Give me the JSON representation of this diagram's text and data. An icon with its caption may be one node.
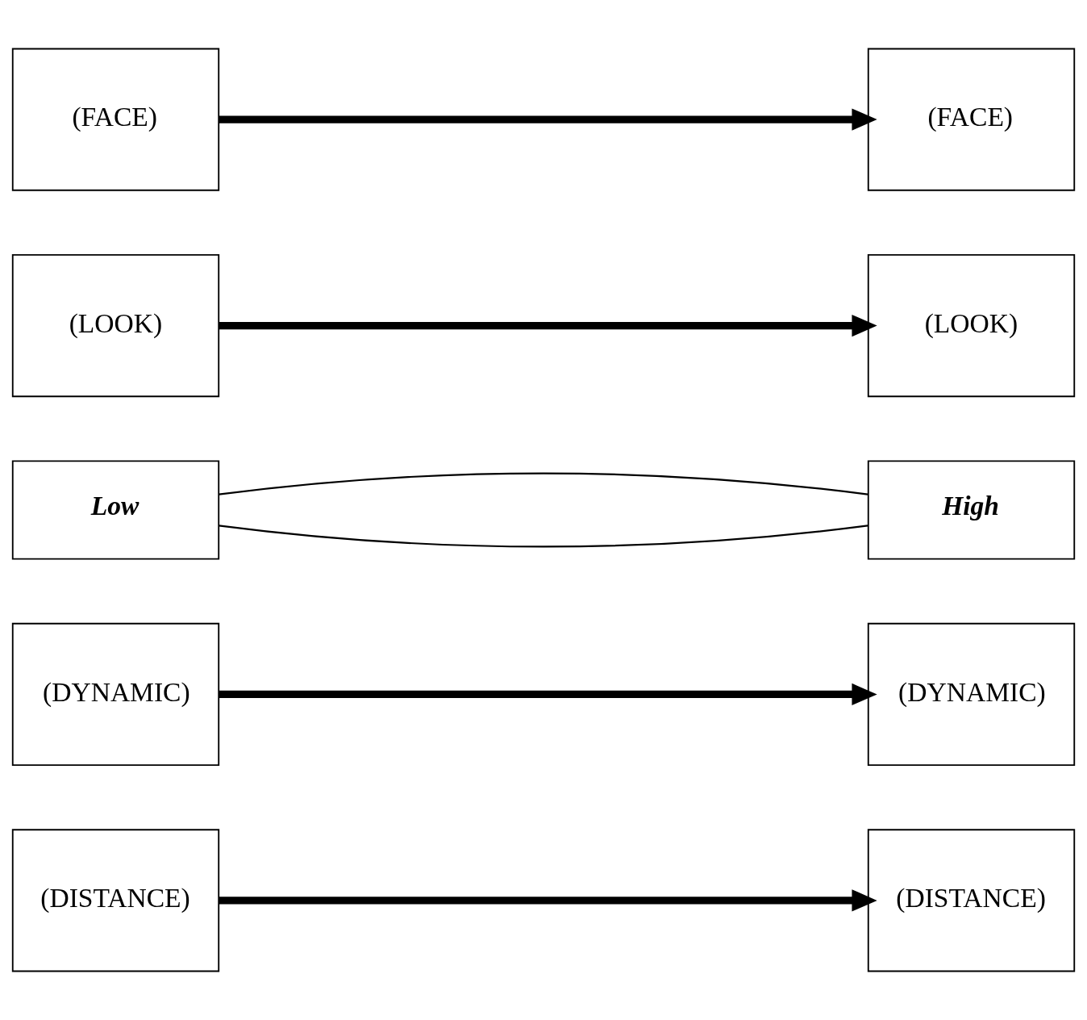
{
  "diagram": {
    "nodes": [
      {
        "text": [
          "(FACE)"
        ]
      },
      {
        "text": [
          "(FACE)"
        ]
      },
      {
        "text": [
          "(LOOK)"
        ]
      },
      {
        "text": [
          "(LOOK)"
        ]
      },
      {
        "text": [
          "Low"
        ]
      },
      {
        "text": [
          "High"
        ]
      },
      {
        "text": [
          "(DYNAMIC)"
        ]
      },
      {
        "text": [
          "(DYNAMIC)"
        ]
      },
      {
        "text": [
          "(DISTANCE)"
        ]
      },
      {
        "text": [
          "(DISTANCE)"
        ]
      }
    ],
    "edges": [
      {
        "from": 0,
        "to": 1,
        "arrow": "to"
      },
      {
        "from": 2,
        "to": 3,
        "arrow": "to"
      },
      {
        "from": 4,
        "to": 5,
        "arrow": "none"
      },
      {
        "from": 4,
        "to": 5,
        "arrow": "none"
      },
      {
        "from": 6,
        "to": 7,
        "arrow": "to"
      },
      {
        "from": 8,
        "to": 9,
        "arrow": "to"
      }
    ]
  }
}
